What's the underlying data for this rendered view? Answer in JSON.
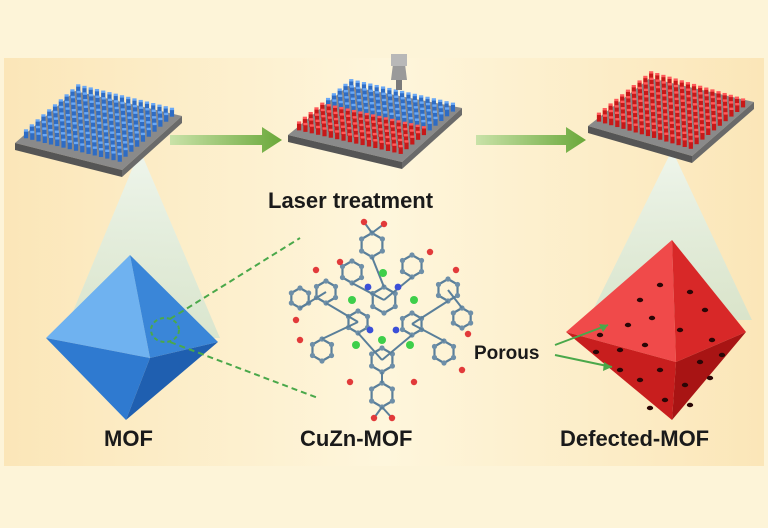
{
  "labels": {
    "laser": "Laser treatment",
    "mof": "MOF",
    "cuzn": "CuZn-MOF",
    "defected": "Defected-MOF",
    "porous": "Porous"
  },
  "colors": {
    "background_band": "#fbf0d2",
    "panel": "#fdf1cf",
    "arrow": "#7fb64a",
    "blue_block": "#3e7ed8",
    "red_block": "#e02020",
    "octahedron_blue": "#3d8fe0",
    "octahedron_red": "#e03030",
    "cone": "#dfeee0",
    "dashed_line": "#4aa84a"
  }
}
